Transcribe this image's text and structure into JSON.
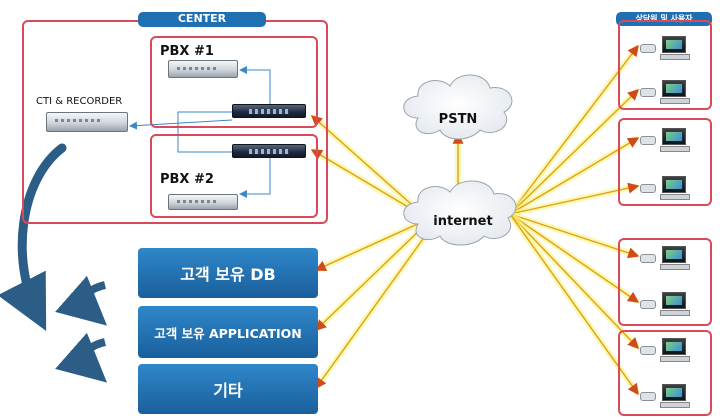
{
  "center_tab": "CENTER",
  "users_tab": "상담원 및 사용자",
  "labels": {
    "cti": "CTI  & RECORDER",
    "pbx1": "PBX #1",
    "pbx2": "PBX #2",
    "pstn": "PSTN",
    "internet": "internet"
  },
  "buttons": {
    "db": "고객 보유 DB",
    "application": "고객 보유 APPLICATION",
    "other": "기타"
  },
  "colors": {
    "accent": "#1f6fb3",
    "frame": "#d84a5a",
    "link": "#f1ea2e",
    "arrow": "#2b5d86"
  }
}
